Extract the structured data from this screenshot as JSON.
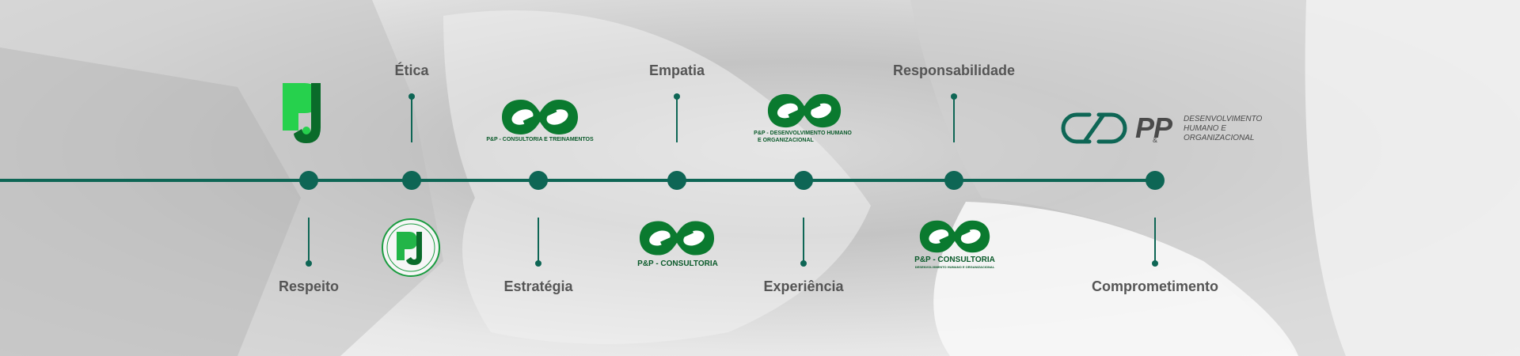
{
  "colors": {
    "accent": "#0e6655",
    "brand_green": "#0a7a2f",
    "bright_green": "#1fc44a",
    "label_gray": "#555555"
  },
  "milestones": [
    {
      "label": "Respeito"
    },
    {
      "label": "Ética"
    },
    {
      "label": "Estratégia"
    },
    {
      "label": "Empatia"
    },
    {
      "label": "Experiência"
    },
    {
      "label": "Responsabilidade"
    },
    {
      "label": "Comprometimento"
    }
  ],
  "logos": {
    "consultoria_treinamentos": "P&P - CONSULTORIA E TREINAMENTOS",
    "consultoria_bottom": "P&P - CONSULTORIA",
    "desenvolvimento_humano_line1": "P&P - DESENVOLVIMENTO HUMANO",
    "desenvolvimento_humano_line2": "E ORGANIZACIONAL",
    "consultoria_dh": "P&P - CONSULTORIA",
    "consultoria_dh_sub": "DESENVOLVIMENTO HUMANO E ORGANIZACIONAL",
    "final_mark": "PP",
    "final_amp": "&",
    "final_line1": "DESENVOLVIMENTO",
    "final_line2": "HUMANO E",
    "final_line3": "ORGANIZACIONAL"
  }
}
